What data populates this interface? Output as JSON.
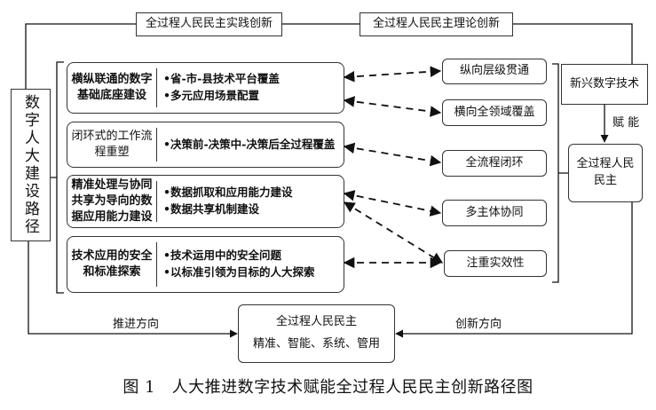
{
  "top_boxes": {
    "practice": "全过程人民民主实践创新",
    "theory": "全过程人民民主理论创新"
  },
  "left_box": "数字人大建设路径",
  "rows": [
    {
      "title": "横纵联通的数字基础底座建设",
      "items": [
        "•省-市-县技术平台覆盖",
        "•多元应用场景配置"
      ]
    },
    {
      "title": "闭环式的工作流程重塑",
      "items": [
        "•决策前-决策中-决策后全过程覆盖"
      ]
    },
    {
      "title": "精准处理与协同共享为导向的数据应用能力建设",
      "items": [
        "•数据抓取和应用能力建设",
        "•数据共享机制建设"
      ]
    },
    {
      "title": "技术应用的安全和标准探索",
      "items": [
        "•技术运用中的安全问题",
        "•以标准引领为目标的人大探索"
      ]
    }
  ],
  "effects": [
    "纵向层级贯通",
    "横向全领域覆盖",
    "全流程闭环",
    "多主体协同",
    "注重实效性"
  ],
  "tech_box": "新兴数字技术",
  "empower_label": "赋 能",
  "democracy_box": "全过程人民民主",
  "bottom_box": {
    "title": "全过程人民民主",
    "subtitle": "精准、智能、系统、管用"
  },
  "labels": {
    "advance": "推进方向",
    "innovation": "创新方向"
  },
  "caption": "图 1　人大推进数字技术赋能全过程人民民主创新路径图"
}
